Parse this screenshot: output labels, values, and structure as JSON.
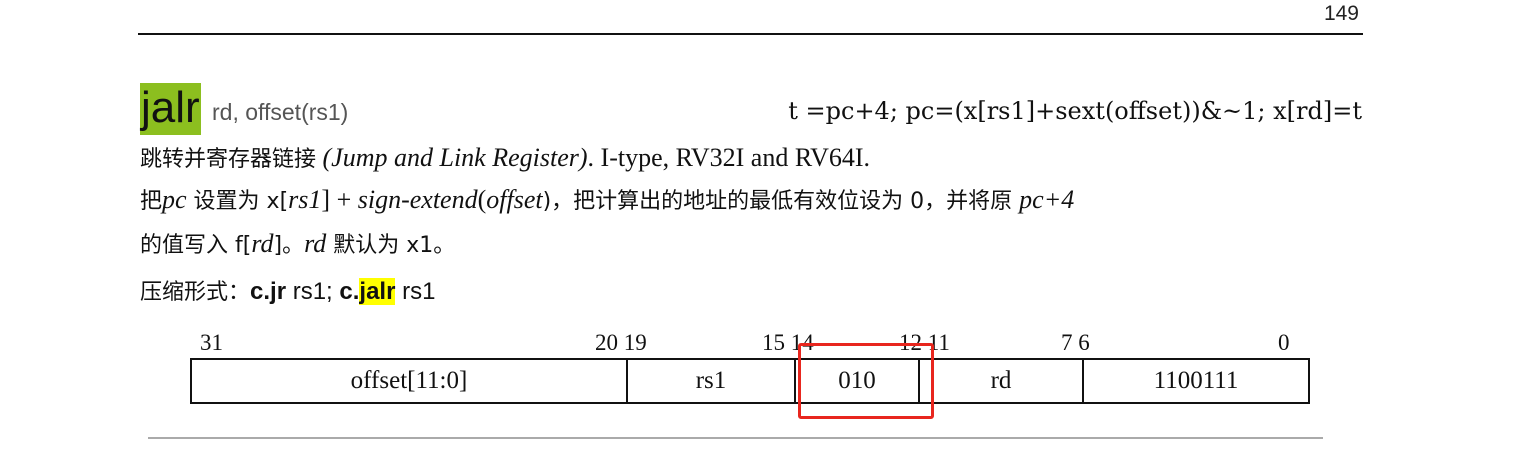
{
  "page_number": "149",
  "title": {
    "mnemonic": "jalr",
    "operands": "rd, offset(rs1)",
    "semantics": "t =pc+4; pc=(x[rs1]+sext(offset))&~1; x[rd]=t"
  },
  "subtitle": {
    "zh_name": "跳转并寄存器链接",
    "en_name": "(Jump and Link Register)",
    "format_info": ". I-type, RV32I and RV64I."
  },
  "description": {
    "p1": "把",
    "pc": "pc",
    "p2": " 设置为 x[",
    "rs1": "rs1",
    "p3": "] + ",
    "sign_extend": "sign-extend",
    "p4": "(",
    "offset": "offset",
    "p5": ")，把计算出的地址的最低有效位设为 0，并将原 ",
    "pc4": "pc+4",
    "p6": "的值写入 f[",
    "rd": "rd",
    "p7": "]。",
    "rd2": "rd",
    "p8": " 默认为 x1。"
  },
  "compressed": {
    "label": "压缩形式：",
    "form1_mnemonic": "c.jr",
    "form1_operand": " rs1;  ",
    "form2_prefix": "c.",
    "form2_mnemonic": "jalr",
    "form2_operand": " rs1"
  },
  "encoding": {
    "bit_labels": {
      "b31": "31",
      "b20_19": "20 19",
      "b15_14": "15 14",
      "b12_11": "12 11",
      "b7_6": "7 6",
      "b0": "0"
    },
    "fields": {
      "offset": "offset[11:0]",
      "rs1": "rs1",
      "funct3": "010",
      "rd": "rd",
      "opcode": "1100111"
    }
  },
  "colors": {
    "mnemonic_highlight": "#8cbf1f",
    "text_highlight": "#ffff00",
    "annotation_box": "#e8261e"
  }
}
